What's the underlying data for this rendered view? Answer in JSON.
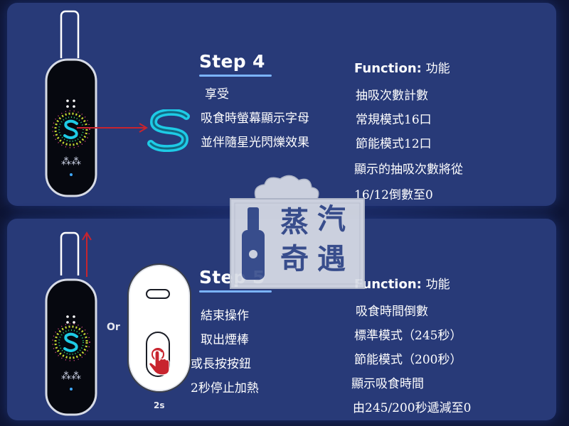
{
  "step4": {
    "title": "Step 4",
    "description": [
      "享受",
      "吸食時螢幕顯示字母",
      "並伴隨星光閃爍效果"
    ],
    "function_label": "Function:",
    "function_zh": "功能",
    "function_lines": [
      "抽吸次數計數",
      "常規模式16口",
      "節能模式12口",
      "顯示的抽吸次數將從",
      "16/12倒數至0"
    ]
  },
  "step5": {
    "title": "Step 5",
    "description": [
      "結束操作",
      "取出煙棒",
      "或長按按鈕",
      "2秒停止加熱"
    ],
    "function_label": "Function:",
    "function_zh": "功能",
    "function_lines": [
      "吸食時間倒數",
      "標準模式（245秒）",
      "節能模式（200秒）",
      "顯示吸食時間",
      "由245/200秒遞減至0"
    ],
    "or_label": "Or",
    "press_duration": "2s"
  },
  "watermark": {
    "chars": [
      "蒸",
      "汽",
      "奇",
      "遇"
    ]
  },
  "colors": {
    "panel": "#283a78",
    "background": "#101a3a",
    "accent_arrow": "#c8242e",
    "s_logo": "#1ecbe6",
    "underline": "#7bb4ff"
  },
  "icons": {
    "s_logo": "letter-s-logo-icon",
    "arrow": "arrow-right-icon",
    "up_arrow": "arrow-up-icon",
    "hand": "tap-hand-icon"
  }
}
